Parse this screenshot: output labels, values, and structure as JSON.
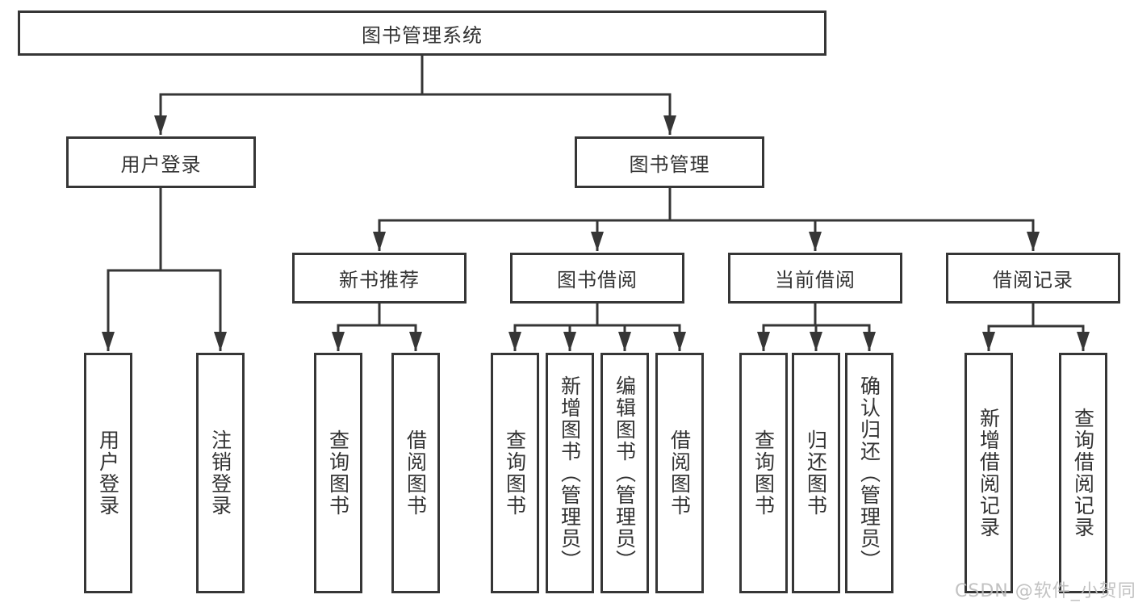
{
  "diagram": {
    "type": "functional-structure-tree",
    "title": "图书管理系统",
    "watermark": "CSDN @软件_小贺同学",
    "colors": {
      "line": "#363636",
      "box_border": "#363636",
      "text": "#333333",
      "background": "#ffffff",
      "watermark": "#bcbcbc"
    },
    "nodes": {
      "root": {
        "label": "图书管理系统"
      },
      "user_login": {
        "label": "用户登录"
      },
      "book_mgmt": {
        "label": "图书管理"
      },
      "login": {
        "label": "用户登录"
      },
      "logout": {
        "label": "注销登录"
      },
      "new_book_rec": {
        "label": "新书推荐"
      },
      "book_borrow": {
        "label": "图书借阅"
      },
      "current_borrow": {
        "label": "当前借阅"
      },
      "borrow_records": {
        "label": "借阅记录"
      },
      "nb_query": {
        "label": "查询图书"
      },
      "nb_borrow": {
        "label": "借阅图书"
      },
      "bb_query": {
        "label": "查询图书"
      },
      "bb_add": {
        "label": "新增图书（管理员）"
      },
      "bb_edit": {
        "label": "编辑图书（管理员）"
      },
      "bb_borrow": {
        "label": "借阅图书"
      },
      "cb_query": {
        "label": "查询图书"
      },
      "cb_return": {
        "label": "归还图书"
      },
      "cb_confirm": {
        "label": "确认归还（管理员）"
      },
      "br_add": {
        "label": "新增借阅记录"
      },
      "br_query": {
        "label": "查询借阅记录"
      }
    },
    "hierarchy": {
      "图书管理系统": {
        "用户登录": [
          "用户登录",
          "注销登录"
        ],
        "图书管理": {
          "新书推荐": [
            "查询图书",
            "借阅图书"
          ],
          "图书借阅": [
            "查询图书",
            "新增图书（管理员）",
            "编辑图书（管理员）",
            "借阅图书"
          ],
          "当前借阅": [
            "查询图书",
            "归还图书",
            "确认归还（管理员）"
          ],
          "借阅记录": [
            "新增借阅记录",
            "查询借阅记录"
          ]
        }
      }
    }
  }
}
